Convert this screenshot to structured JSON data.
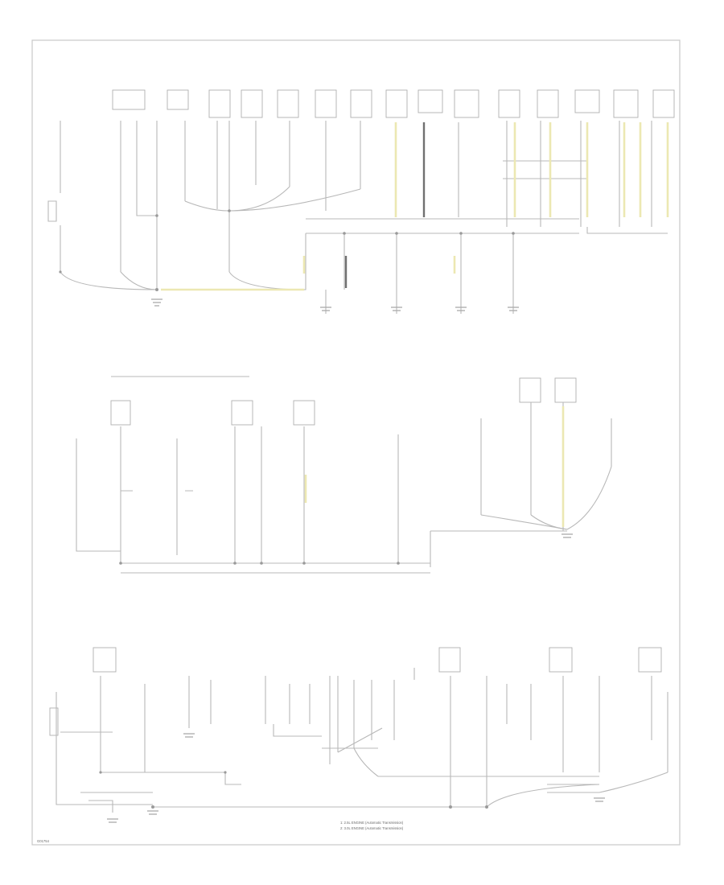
{
  "diagram": {
    "footer_code": "G01754",
    "legend": [
      "1: 2.5L ENGINE (Automatic Transmission)",
      "2: 3.0L ENGINE (Automatic Transmission)"
    ]
  }
}
